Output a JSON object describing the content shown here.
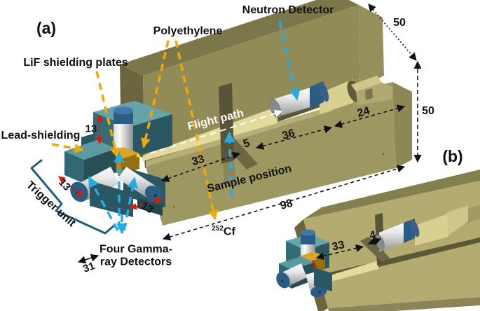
{
  "panels": {
    "a": "(a)",
    "b": "(b)"
  },
  "labels": {
    "neutron_detector": "Neutron Detector",
    "polyethylene": "Polyethylene",
    "lif_plates": "LiF shielding plates",
    "lead_shielding": "Lead-shielding",
    "trigger_unit": "Trigger unit",
    "gamma_detectors_line1": "Four Gamma-",
    "gamma_detectors_line2": "ray Detectors",
    "flight_path": "Flight path",
    "sample_position": "Sample position",
    "source_isotope_mass": "252",
    "source_isotope_symbol": "Cf"
  },
  "dimensions": {
    "block_depth": "50",
    "block_height": "50",
    "source_to_sample": "33",
    "sample_slot_width": "5",
    "sample_to_detector": "36",
    "detector_to_end": "24",
    "block_length": "98",
    "gamma_detector_top": "13",
    "gamma_detector_left": "13",
    "gamma_detector_right": "13",
    "trigger_unit_width": "31",
    "b_source_to_sample": "33",
    "b_sample_slot_width": "4"
  },
  "colors": {
    "callout_orange": "#f5a800",
    "callout_cyan": "#29abe2",
    "dimension_red": "#e51400",
    "flight_path_white": "#ffffff",
    "polyethylene_olive": "#918b58",
    "trigger_teal": "#3a6f78",
    "detector_cap_blue": "#2b5c84",
    "source_gold": "#d9a62a"
  }
}
